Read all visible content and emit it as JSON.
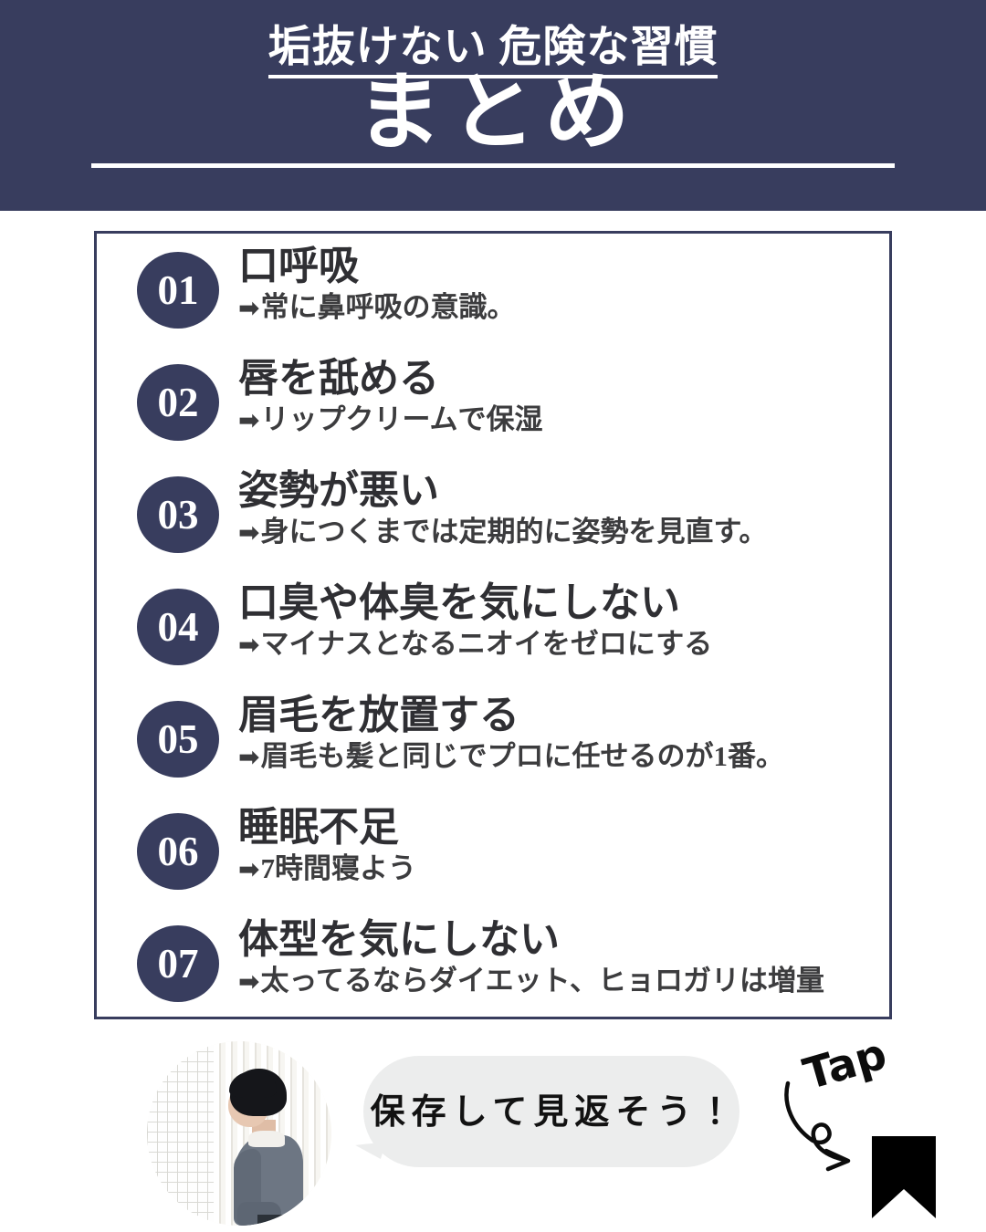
{
  "header": {
    "kicker": "垢抜けない 危険な習慣",
    "title": "まとめ",
    "background_color": "#383d5e",
    "text_color": "#ffffff"
  },
  "list": {
    "border_color": "#383d5e",
    "badge_color": "#383d5e",
    "arrow_glyph": "➡",
    "items": [
      {
        "number": "01",
        "title": "口呼吸",
        "sub": "常に鼻呼吸の意識。"
      },
      {
        "number": "02",
        "title": "唇を舐める",
        "sub": "リップクリームで保湿"
      },
      {
        "number": "03",
        "title": "姿勢が悪い",
        "sub": "身につくまでは定期的に姿勢を見直す。"
      },
      {
        "number": "04",
        "title": "口臭や体臭を気にしない",
        "sub": "マイナスとなるニオイをゼロにする"
      },
      {
        "number": "05",
        "title": "眉毛を放置する",
        "sub": "眉毛も髪と同じでプロに任せるのが1番。"
      },
      {
        "number": "06",
        "title": "睡眠不足",
        "sub": "7時間寝よう"
      },
      {
        "number": "07",
        "title": "体型を気にしない",
        "sub": "太ってるならダイエット、ヒョロガリは増量"
      }
    ]
  },
  "footer": {
    "avatar_alt": "profile-photo",
    "bubble_text": "保存して見返そう！",
    "bubble_color": "#eceded",
    "tap_label": "Tap",
    "bookmark_color": "#000000"
  }
}
